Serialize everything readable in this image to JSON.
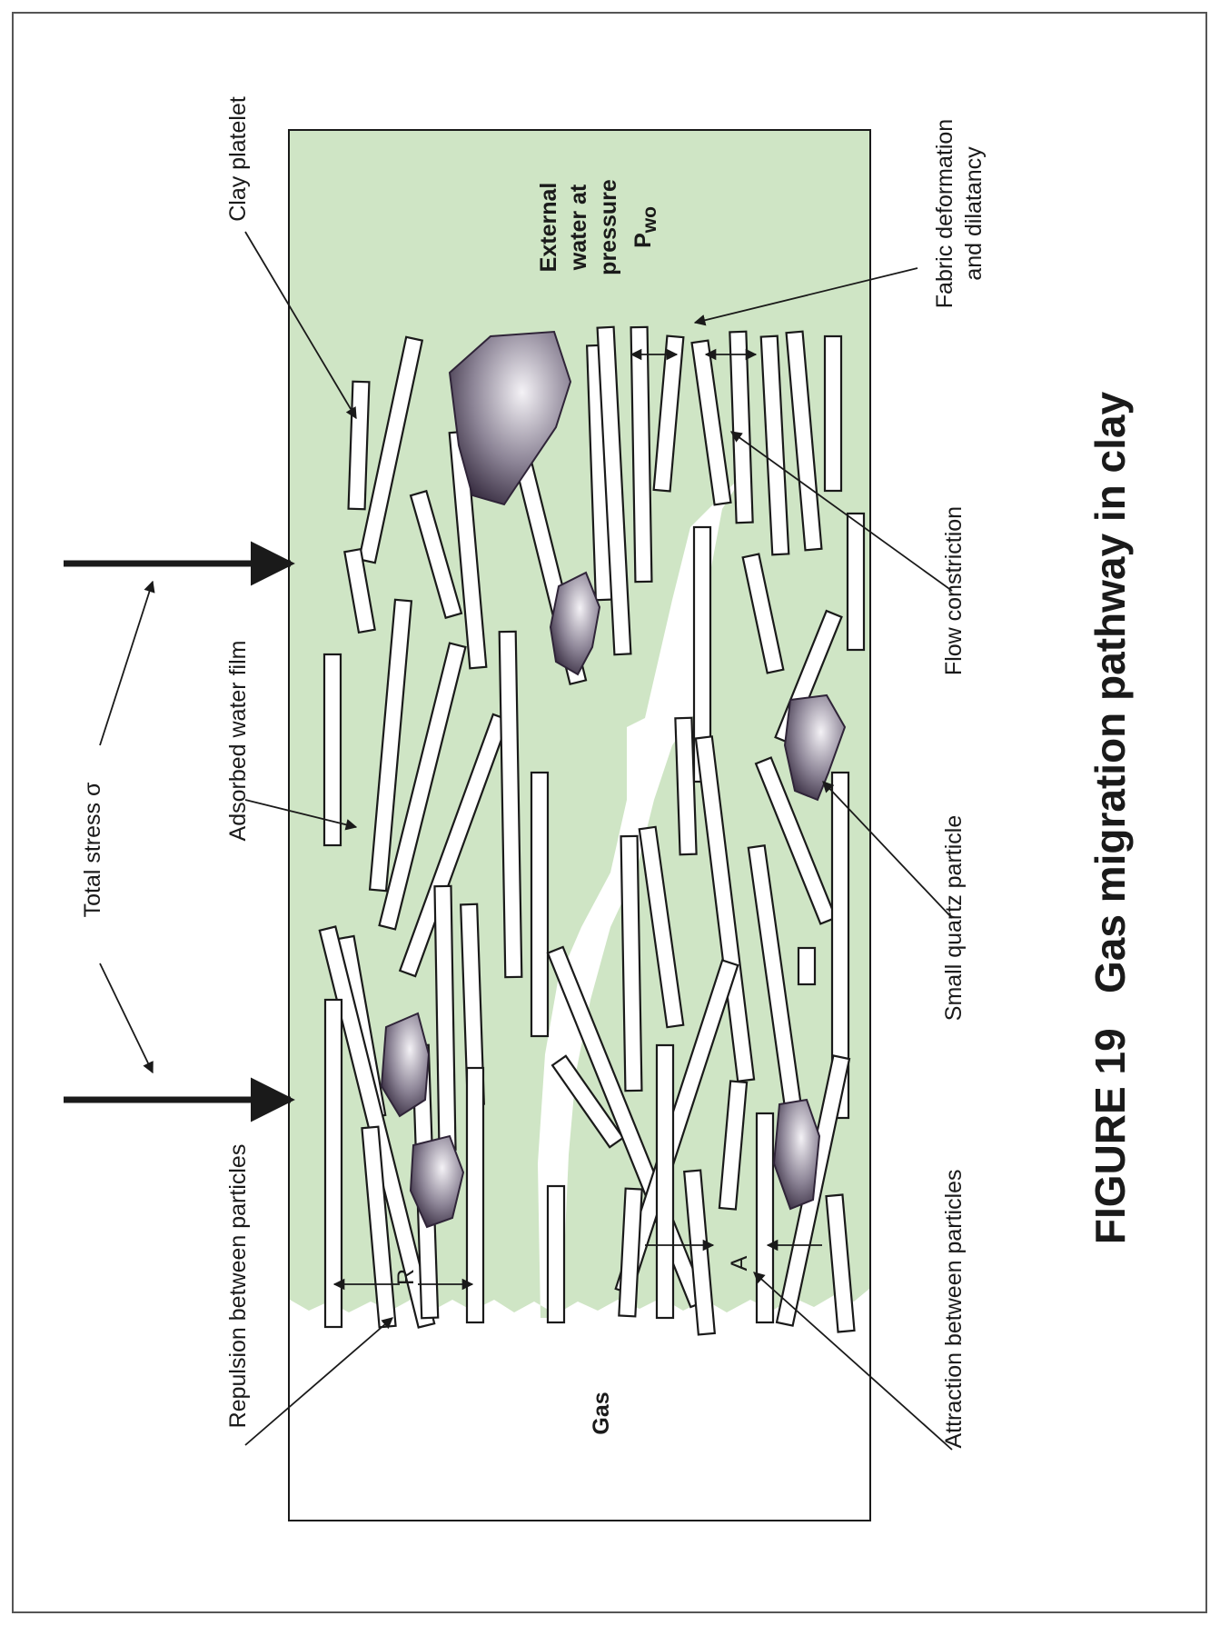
{
  "figure": {
    "caption": "FIGURE 19   Gas migration pathway in clay",
    "colors": {
      "clay_fill": "#cfe5c5",
      "particle_dark": "#2f2438",
      "particle_light": "#f4f2f6",
      "platelet_fill": "#ffffff",
      "outline": "#1a1a1a"
    },
    "labels": {
      "total_stress_prefix": "Total stress ",
      "total_stress_symbol": "σ",
      "clay_platelet": "Clay platelet",
      "adsorbed_water_film": "Adsorbed water film",
      "repulsion": "Repulsion between particles",
      "attraction": "Attraction between particles",
      "small_quartz": "Small quartz particle",
      "flow_constriction": "Flow constriction",
      "fabric_line1": "Fabric deformation",
      "fabric_line2": "and dilatancy",
      "external_line1": "External",
      "external_line2": "water at",
      "external_line3": "pressure",
      "external_p": "P",
      "external_sub": "wo",
      "gas": "Gas",
      "r_marker": "R",
      "a_marker": "A"
    }
  }
}
